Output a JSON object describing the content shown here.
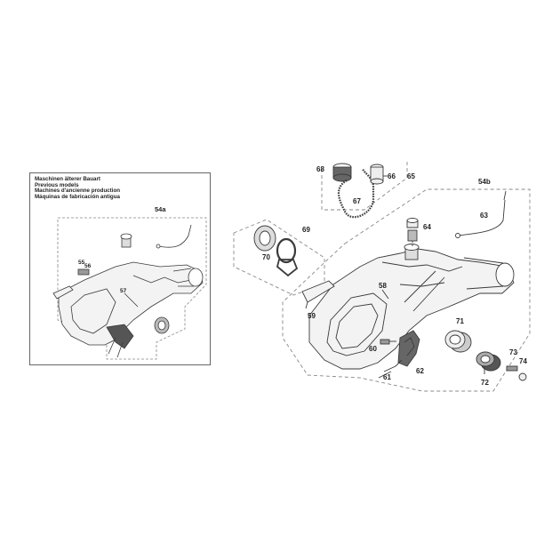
{
  "inset": {
    "title_lines": [
      "Maschinen älterer Bauart",
      "Previous models",
      "Machines d'ancienne production",
      "Máquinas de fabricación antigua"
    ],
    "assembly_label": "54a",
    "part_labels": [
      "55",
      "56",
      "57"
    ]
  },
  "main": {
    "assembly_label": "54b",
    "part_labels": [
      "58",
      "59",
      "60",
      "61",
      "62",
      "63",
      "64",
      "65",
      "66",
      "67",
      "68",
      "69",
      "70",
      "71",
      "72",
      "73",
      "74"
    ]
  },
  "colors": {
    "line": "#3a3a3a",
    "part_fill": "#f3f3f3",
    "dark_part": "#555555",
    "dashed": "#888888"
  }
}
